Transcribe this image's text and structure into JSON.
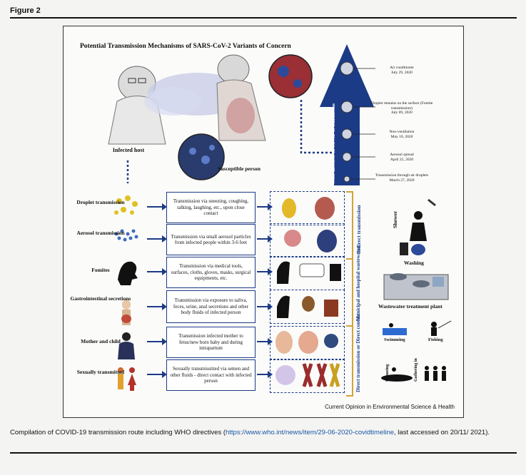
{
  "figure_label": "Figure 2",
  "title": "Potential Transmission Mechanisms of SARS-CoV-2 Variants of Concern",
  "infected_host": "Infected host",
  "susceptible_person": "Susceptible person",
  "routes": [
    {
      "name": "Droplet transmission",
      "desc": "Transmission via sneezing, coughing, talking, laughing, etc., upon close contact"
    },
    {
      "name": "Aerosol transmission",
      "desc": "Transmission via small aerosol particles from infected people within 3-6 feet"
    },
    {
      "name": "Fomites",
      "desc": "Transmission via medical tools, surfaces, cloths, gloves, masks, surgical equipments, etc."
    },
    {
      "name": "Gastrointestinal secretions",
      "desc": "Transmission via exposure to saliva, feces, urine, anal secretions and other body fluids of infected person"
    },
    {
      "name": "Mother and child",
      "desc": "Transmission infected mother to fetus/new born baby and during intrapartum"
    },
    {
      "name": "Sexually transmitted",
      "desc": "Sexually transmissitted via semen and other fluids - direct contact with infected person"
    }
  ],
  "who_axis_label": "WHO directives on COVID-19 transmission",
  "who_directives": [
    {
      "text": "Air conditioner",
      "date": "July 29, 2020"
    },
    {
      "text": "Droplet remains on the surface (Fomite transmission)",
      "date": "July 09, 2020"
    },
    {
      "text": "Non-ventilation",
      "date": "May 10, 2020"
    },
    {
      "text": "Aerosol spread",
      "date": "April 25, 2020"
    },
    {
      "text": "Transmission through air droplets",
      "date": "March 27, 2020"
    }
  ],
  "indirect_label": "Indirect transmission",
  "wastewater_label": "Municipal and hospital wastewater",
  "direct_label": "Direct transmission or Direct contact",
  "right_items": {
    "shower": "Shower",
    "washing": "Washing",
    "wastewater_plant": "Wastewater treatment plant",
    "swimming": "Swimming",
    "fishing": "Fishing",
    "canoeing": "Canoeing",
    "gathering": "Gathering in"
  },
  "credit": "Current Opinion in Environmental Science & Health",
  "caption_prefix": "Compilation of COVID-19 transmission route including WHO directives (",
  "caption_link": "https://www.who.int/news/item/29-06-2020-covidtimeline",
  "caption_suffix": ", last accessed on 20/11/ 2021).",
  "colors": {
    "accent": "#1c3b86",
    "link": "#1a56a6"
  }
}
